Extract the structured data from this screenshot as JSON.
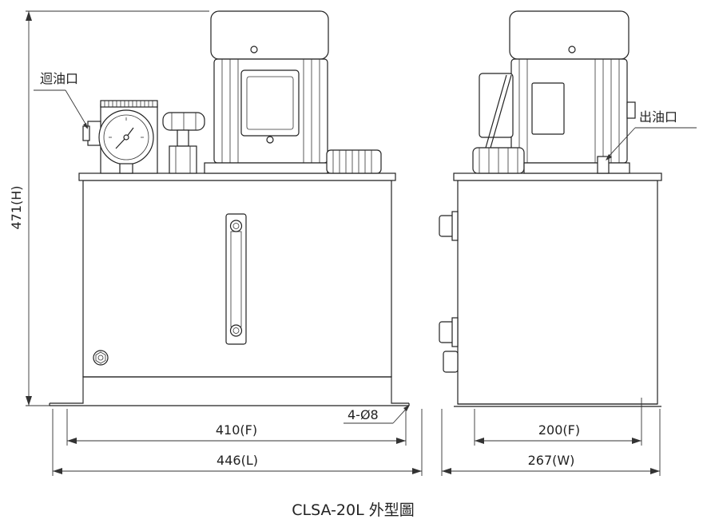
{
  "labels": {
    "return_port": "迴油口",
    "outlet_port": "出油口",
    "height": "471(H)",
    "mount_holes": "4-Ø8",
    "front_mount_span": "410(F)",
    "length": "446(L)",
    "side_mount_span": "200(F)",
    "width": "267(W)"
  },
  "caption": "CLSA-20L 外型圖"
}
